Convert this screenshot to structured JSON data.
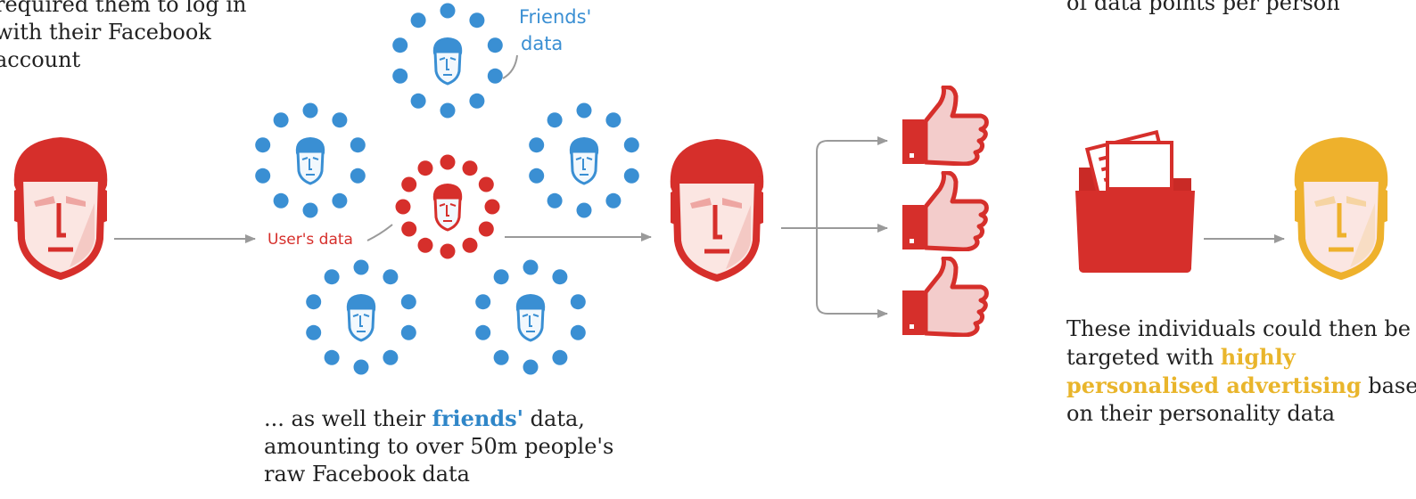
{
  "colors": {
    "user_red": "#d62f2b",
    "friend_blue": "#3a8fd3",
    "target_yellow": "#eeb12c",
    "arrow_grey": "#9a9a9a",
    "text_dark": "#222222",
    "highlight_blue": "#2f86c8",
    "highlight_yellow": "#e9b52b"
  },
  "top_left_caption": {
    "line1": "required them to log in",
    "line2": "with their Facebook",
    "line3": "account"
  },
  "top_right_caption": {
    "line1": "of data points per person"
  },
  "labels": {
    "friends_data_line1": "Friends'",
    "friends_data_line2": "data",
    "users_data": "User's data"
  },
  "middle_caption": {
    "prefix": "... as well their ",
    "highlight": "friends'",
    "suffix": " data,",
    "line2": "amounting to over 50m people's",
    "line3": "raw Facebook data"
  },
  "right_caption": {
    "line1": "These individuals could then be",
    "line2_prefix": "targeted with ",
    "line2_highlight": "highly",
    "line3_highlight": "personalised advertising",
    "line3_suffix": " based",
    "line4": "on their personality data"
  },
  "icons": {
    "face": "face-icon",
    "thumbs_up": "thumbs-up-icon",
    "folder": "folder-icon",
    "data_dot": "data-dot"
  }
}
